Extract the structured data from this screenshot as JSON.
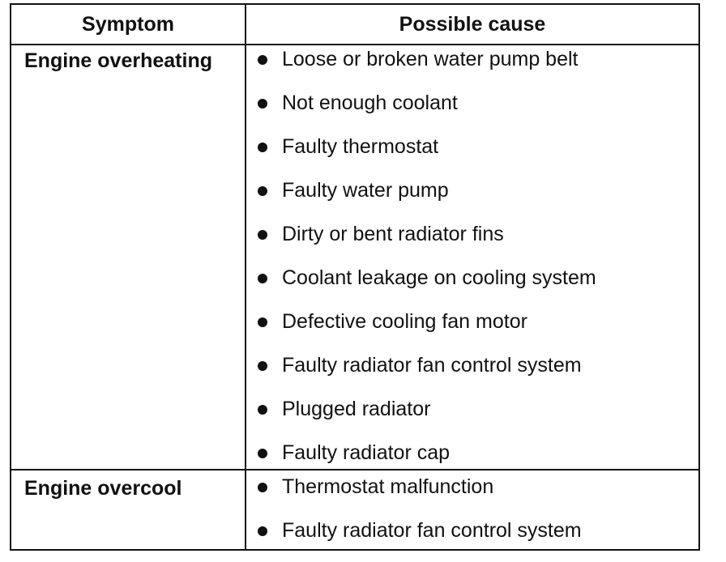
{
  "table": {
    "headers": {
      "symptom": "Symptom",
      "cause": "Possible cause"
    },
    "rows": [
      {
        "symptom": "Engine overheating",
        "causes": [
          "Loose or broken water pump belt",
          "Not enough coolant",
          "Faulty thermostat",
          "Faulty water pump",
          "Dirty or bent radiator fins",
          "Coolant leakage on cooling system",
          "Defective cooling fan motor",
          "Faulty radiator fan control system",
          "Plugged radiator",
          "Faulty radiator cap"
        ]
      },
      {
        "symptom": "Engine overcool",
        "causes": [
          "Thermostat malfunction",
          "Faulty radiator fan control system"
        ]
      }
    ]
  }
}
